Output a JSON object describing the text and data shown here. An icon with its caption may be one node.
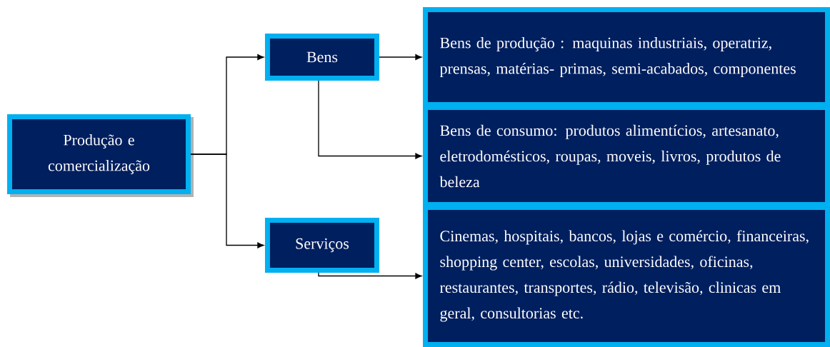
{
  "diagram": {
    "nodes": [
      {
        "text": [
          "Produção e comercialização"
        ]
      },
      {
        "text": [
          "Bens"
        ]
      },
      {
        "text": [
          "Serviços"
        ]
      },
      {
        "text": [
          "Bens de produção :  maquinas industriais, operatriz, prensas, matérias- primas,  semi-acabados, componentes"
        ]
      },
      {
        "text": [
          "Bens de consumo: produtos alimentícios, artesanato, eletrodomésticos, roupas, moveis, livros,  produtos de beleza"
        ]
      },
      {
        "text": [
          "Cinemas, hospitais, bancos, lojas  e comércio, financeiras, shopping center, escolas, universidades, oficinas, restaurantes, transportes, rádio, televisão, clinicas  em geral, consultorias  etc."
        ]
      }
    ],
    "edges": [
      {
        "from": 0,
        "to": 1,
        "arrow": "to"
      },
      {
        "from": 0,
        "to": 2,
        "arrow": "to"
      },
      {
        "from": 1,
        "to": 3,
        "arrow": "to"
      },
      {
        "from": 1,
        "to": 4,
        "arrow": "to"
      },
      {
        "from": 2,
        "to": 5,
        "arrow": "to"
      }
    ]
  }
}
